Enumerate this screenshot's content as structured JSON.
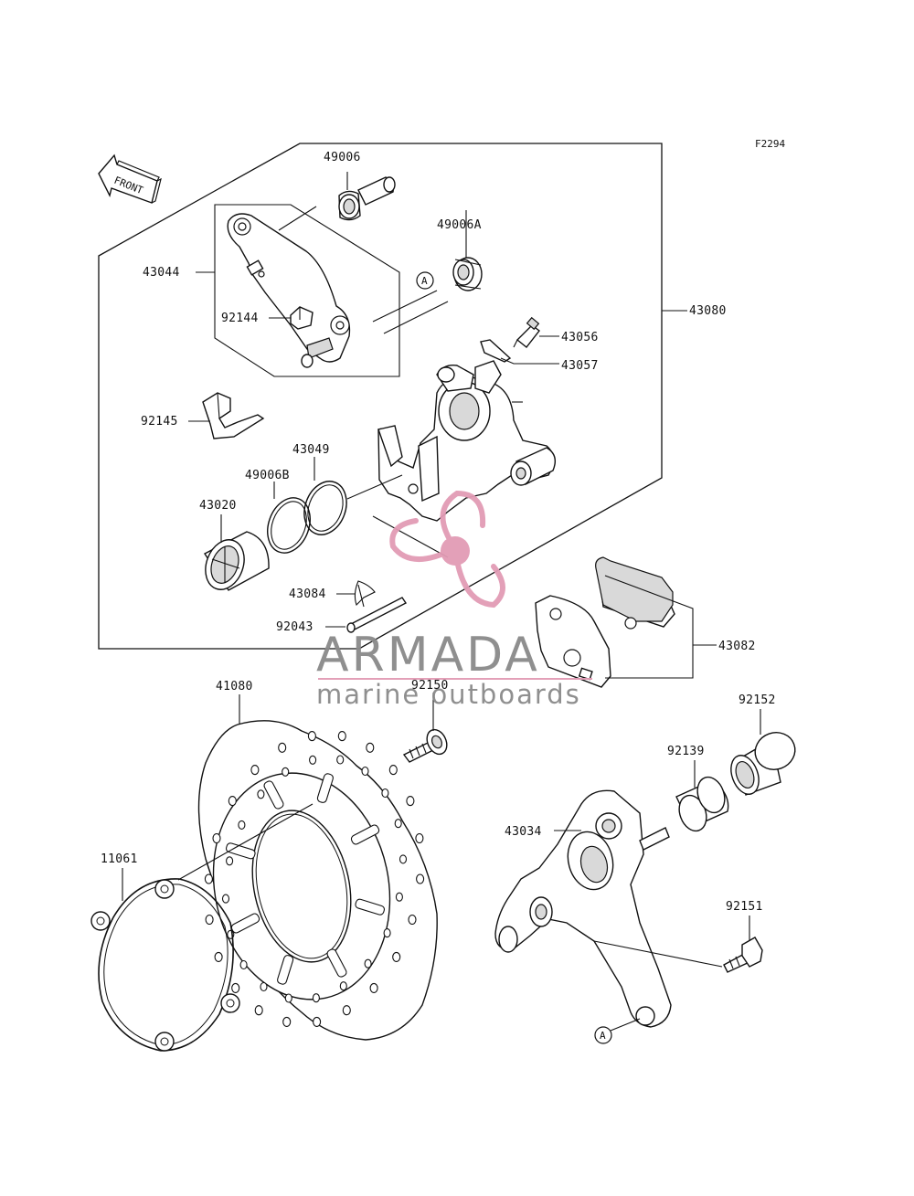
{
  "figure_code": "F2294",
  "front_label": "FRONT",
  "ref_marker": "A",
  "watermark": {
    "brand": "ARMADA",
    "tagline": "marine outboards",
    "accent_color": "#e29bb5",
    "text_color": "#8a8a8a"
  },
  "parts": {
    "p49006": "49006",
    "p49006A": "49006A",
    "p43044": "43044",
    "p92144": "92144",
    "p43056": "43056",
    "p43057": "43057",
    "p43080": "43080",
    "p92145": "92145",
    "p43049": "43049",
    "p49006B": "49006B",
    "p43020": "43020",
    "p43084": "43084",
    "p92043": "92043",
    "p43082": "43082",
    "p41080": "41080",
    "p92150": "92150",
    "p92152": "92152",
    "p92139": "92139",
    "p43034": "43034",
    "p11061": "11061",
    "p92151": "92151"
  }
}
